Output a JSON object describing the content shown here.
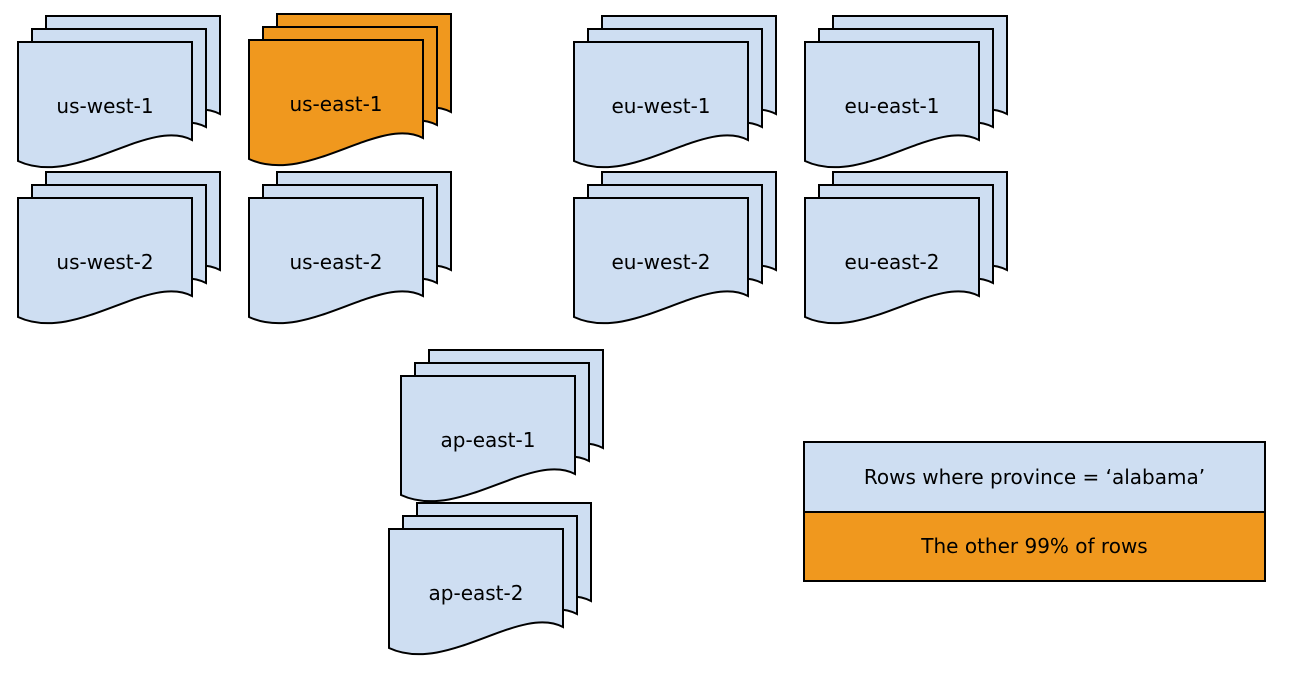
{
  "colors": {
    "background": "#FFFFFF",
    "region_fill": "#CEDEF2",
    "highlight_fill": "#F0981E",
    "stroke": "#000000",
    "text": "#000000"
  },
  "regions": [
    {
      "label": "us-west-1",
      "highlighted": false
    },
    {
      "label": "us-east-1",
      "highlighted": true
    },
    {
      "label": "eu-west-1",
      "highlighted": false
    },
    {
      "label": "eu-east-1",
      "highlighted": false
    },
    {
      "label": "us-west-2",
      "highlighted": false
    },
    {
      "label": "us-east-2",
      "highlighted": false
    },
    {
      "label": "eu-west-2",
      "highlighted": false
    },
    {
      "label": "eu-east-2",
      "highlighted": false
    },
    {
      "label": "ap-east-1",
      "highlighted": false
    },
    {
      "label": "ap-east-2",
      "highlighted": false
    }
  ],
  "legend": {
    "items": [
      {
        "label": "Rows where province = ‘alabama’",
        "color": "#CEDEF2"
      },
      {
        "label": "The other 99% of rows",
        "color": "#F0981E"
      }
    ]
  }
}
